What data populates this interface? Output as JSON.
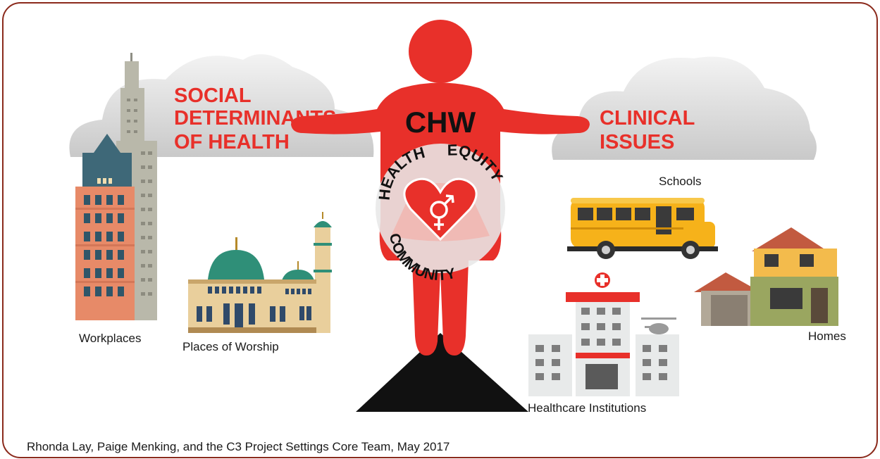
{
  "center": {
    "title": "CHW"
  },
  "heart_ring": {
    "top_left": "HEALTH",
    "top_right": "EQUITY",
    "bottom": "COMMUNITY"
  },
  "left_domain": {
    "lines": [
      "SOCIAL",
      "DETERMINANTS",
      "OF HEALTH"
    ]
  },
  "right_domain": {
    "lines": [
      "CLINICAL",
      "ISSUES"
    ]
  },
  "settings": {
    "workplaces": "Workplaces",
    "worship": "Places of Worship",
    "schools": "Schools",
    "healthcare": "Healthcare Institutions",
    "homes": "Homes"
  },
  "credit": "Rhonda Lay, Paige Menking, and the C3 Project Settings Core Team, May 2017",
  "colors": {
    "accent_red": "#e8302a",
    "border": "#8b2a1c",
    "cloud": "#d9d9d9",
    "bus_yellow": "#f6b21a",
    "dome_green": "#2f8f78"
  }
}
